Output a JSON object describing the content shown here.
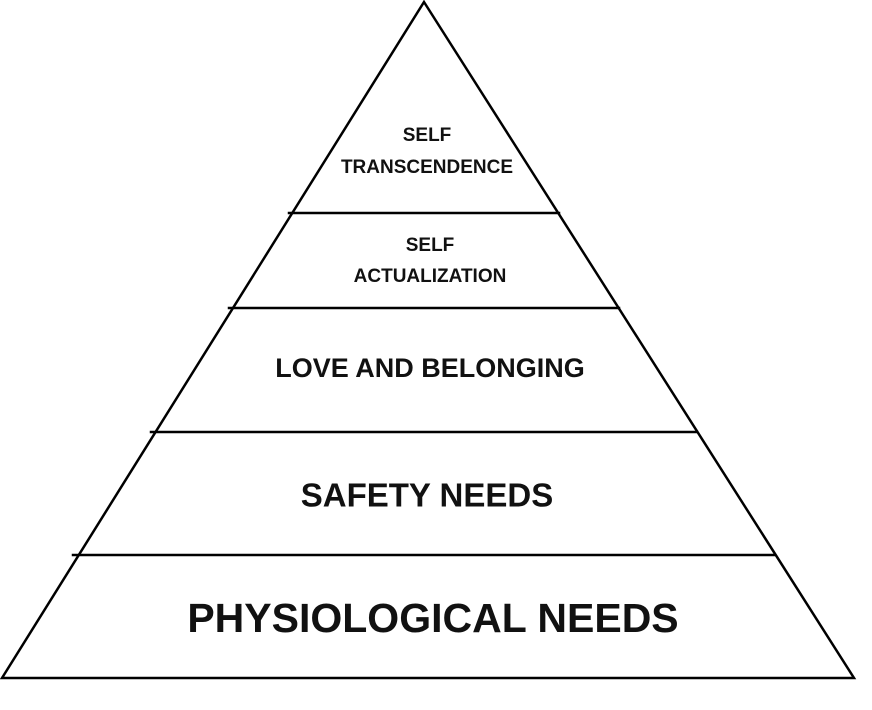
{
  "levels": {
    "self_transcendence": {
      "line1": "SELF",
      "line2": "TRANSCENDENCE"
    },
    "self_actualization": {
      "line1": "SELF",
      "line2": "ACTUALIZATION"
    },
    "love_and_belonging": "LOVE AND BELONGING",
    "safety_needs": "SAFETY NEEDS",
    "physiological_needs": "PHYSIOLOGICAL NEEDS"
  },
  "colors": {
    "stroke": "#000000",
    "text": "#111111",
    "background": "#ffffff"
  }
}
